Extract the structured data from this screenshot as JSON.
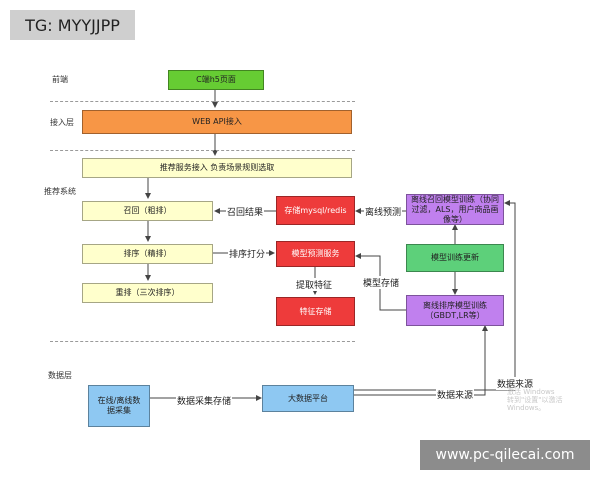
{
  "tag": "TG: MYYJJPP",
  "watermark": "www.pc-qilecai.com",
  "windows_watermark": {
    "line1": "激活 Windows",
    "line2": "转到\"设置\"以激活 Windows。"
  },
  "layers": {
    "frontend": "前端",
    "access": "接入层",
    "recommend": "推荐系统",
    "data": "数据层"
  },
  "nodes": {
    "client": "C端h5页面",
    "web_api": "WEB API接入",
    "rec_service": "推荐服务接入 负责场景规则选取",
    "recall": "召回（粗排）",
    "rank": "排序（精排）",
    "rerank": "重排（三次排序）",
    "storage": "存储mysql/redis",
    "model_predict": "模型预测服务",
    "feature_store": "特征存储",
    "offline_recall": "离线召回模型训练（协同过滤，ALS，用户商品画像等）",
    "model_update": "模型训练更新",
    "offline_rank": "离线排序模型训练（GBDT,LR等）",
    "online_offline": "在线/离线数据采集",
    "big_data": "大数据平台"
  },
  "edges": {
    "recall_result": "召回结果",
    "offline_predict": "离线预测",
    "rank_score": "排序打分",
    "fetch_feature": "提取特征",
    "model_store": "模型存储",
    "data_collect": "数据采集存储",
    "data_source_1": "数据来源",
    "data_source_2": "数据来源"
  },
  "colors": {
    "green": "#66cc33",
    "orange": "#f79646",
    "yellow": "#ffffcc",
    "red": "#ee3b3b",
    "purple": "#c080ee",
    "lightgreen": "#5dd07a",
    "blue": "#8ec8f2"
  }
}
